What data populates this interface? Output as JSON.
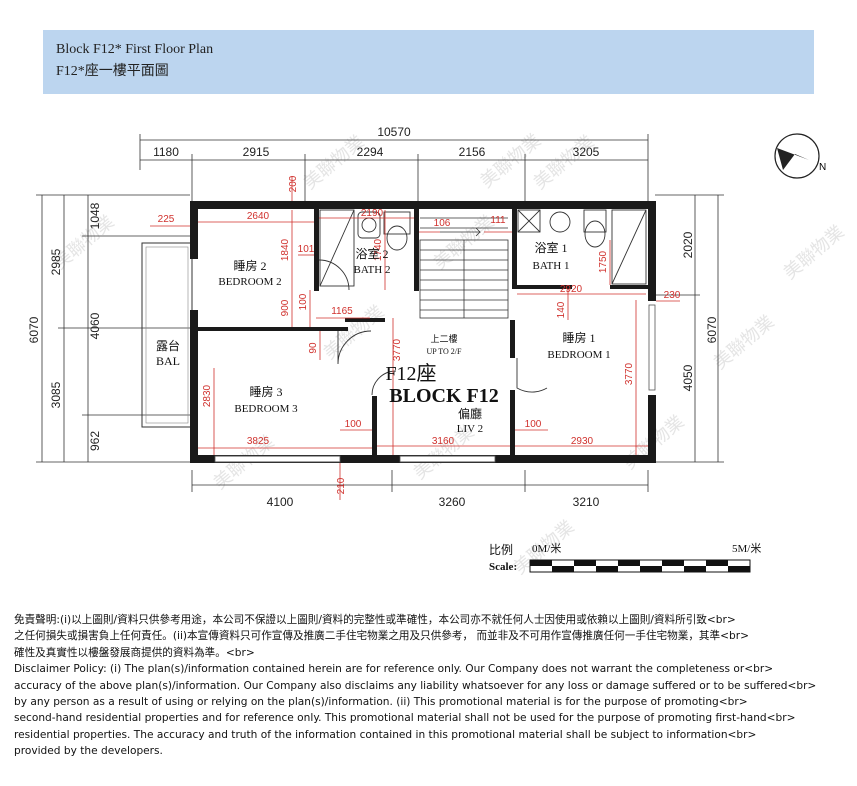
{
  "header": {
    "title_en": "Block F12* First Floor Plan",
    "title_zh": "F12*座一樓平面圖"
  },
  "dimensions": {
    "total_top": "10570",
    "top": [
      "1180",
      "2915",
      "2294",
      "2156",
      "3205"
    ],
    "bottom": [
      "4100",
      "3260",
      "3210"
    ],
    "left_outer": "6070",
    "left_mid": [
      "2985",
      "3085"
    ],
    "left_inner": [
      "1048",
      "4060",
      "962"
    ],
    "right_upper": "2020",
    "right_lower": "4050",
    "right_total": "6070",
    "inner": {
      "d200": "200",
      "d225": "225",
      "d2640": "2640",
      "d2190": "2190",
      "d106": "106",
      "d111": "111",
      "d1840": "1840",
      "d1740": "1740",
      "d101": "101",
      "d900": "900",
      "d100a": "100",
      "d1165": "1165",
      "d90": "90",
      "d2920": "2920",
      "d1750": "1750",
      "d140": "140",
      "d230": "230",
      "d3770a": "3770",
      "d3770b": "3770",
      "d2830": "2830",
      "d3825": "3825",
      "d100b": "100",
      "d3160": "3160",
      "d100c": "100",
      "d2930": "2930",
      "d210": "210"
    }
  },
  "rooms": {
    "bedroom2_zh": "睡房 2",
    "bedroom2_en": "BEDROOM 2",
    "bath2_zh": "浴室 2",
    "bath2_en": "BATH 2",
    "bath1_zh": "浴室 1",
    "bath1_en": "BATH 1",
    "bal_zh": "露台",
    "bal_en": "BAL",
    "bedroom3_zh": "睡房 3",
    "bedroom3_en": "BEDROOM 3",
    "bedroom1_zh": "睡房 1",
    "bedroom1_en": "BEDROOM 1",
    "up_zh": "上二樓",
    "up_en": "UP TO 2/F",
    "block_zh": "F12座",
    "block_en": "BLOCK F12",
    "liv_zh": "偏廳",
    "liv_en": "LIV 2"
  },
  "compass": {
    "label": "N"
  },
  "scale": {
    "label_zh": "比例",
    "label_en": "Scale:",
    "start": "0M/米",
    "end": "5M/米"
  },
  "watermark": {
    "text": "美聯物業"
  },
  "colors": {
    "header_bg": "#bcd5ef",
    "dimension_red": "#d0312d",
    "wall": "#1a1a1a"
  },
  "disclaimer": [
    "免責聲明:(i)以上圖則/資料只供參考用途，本公司不保證以上圖則/資料的完整性或準確性，本公司亦不就任何人士因使用或依賴以上圖則/資料所引致<br>",
    "之任何損失或損害負上任何責任。(ii)本宣傳資料只可作宣傳及推廣二手住宅物業之用及只供參考， 而並非及不可用作宣傳推廣任何一手住宅物業，其準<br>",
    "確性及真實性以樓盤發展商提供的資料為準。<br>",
    "Disclaimer Policy: (i) The plan(s)/information contained herein are for reference only. Our Company does not warrant the completeness or<br>",
    "accuracy of the above plan(s)/information. Our Company also disclaims any liability whatsoever for any loss or damage suffered or to be suffered<br>",
    "by any person as a result of using or relying on the plan(s)/information. (ii) This promotional material is for the purpose of promoting<br>",
    "second-hand residential properties and for reference only. This promotional material shall not be used for the purpose of promoting first-hand<br>",
    "residential properties. The accuracy and truth of the information contained in this promotional material shall be subject to information<br>",
    "provided by the developers."
  ]
}
